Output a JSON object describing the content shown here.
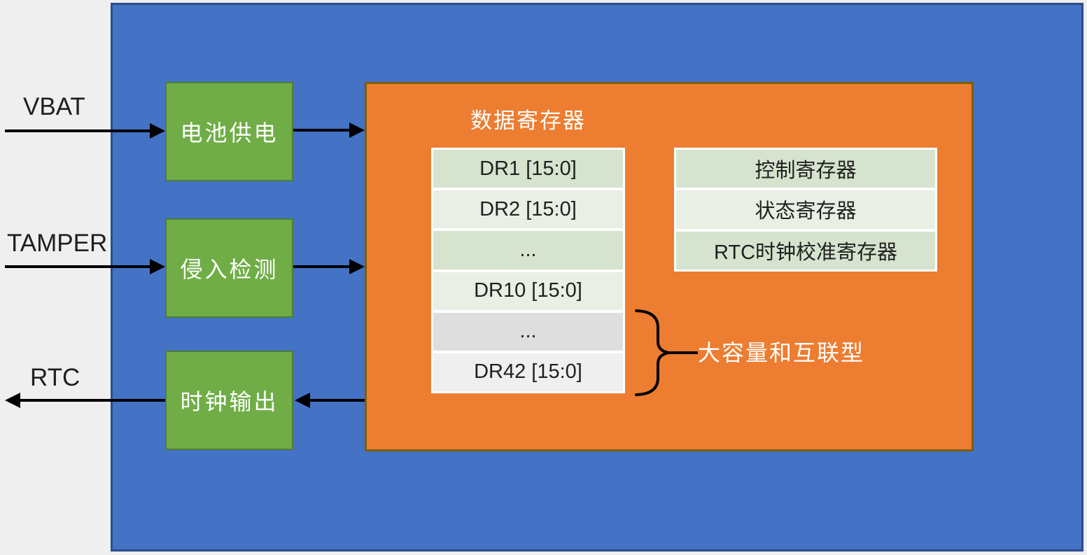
{
  "colors": {
    "page_background": "#efefef",
    "backup_domain_fill": "#4472c4",
    "backup_domain_border": "#2b4d8c",
    "block_fill": "#70ad47",
    "block_border": "#4f7d31",
    "register_panel_fill": "#ed7d31",
    "register_panel_border": "#7c5e08",
    "row_green": "#d6e3ce",
    "row_green_light": "#e9efe4",
    "row_gray": "#dedede",
    "row_gray_light": "#efefef",
    "arrow_color": "#000000"
  },
  "io_labels": {
    "vbat": "VBAT",
    "tamper": "TAMPER",
    "rtc": "RTC"
  },
  "blocks": {
    "battery": "电池供电",
    "tamper_detect": "侵入检测",
    "clock_out": "时钟输出"
  },
  "registers": {
    "data_title": "数据寄存器",
    "data_rows": [
      {
        "text": "DR1 [15:0]"
      },
      {
        "text": "DR2 [15:0]"
      },
      {
        "text": "..."
      },
      {
        "text": "DR10 [15:0]"
      },
      {
        "text": "..."
      },
      {
        "text": "DR42 [15:0]"
      }
    ],
    "control_rows": [
      {
        "text": "控制寄存器"
      },
      {
        "text": "状态寄存器"
      },
      {
        "text": "RTC时钟校准寄存器"
      }
    ],
    "brace_label": "大容量和互联型"
  }
}
